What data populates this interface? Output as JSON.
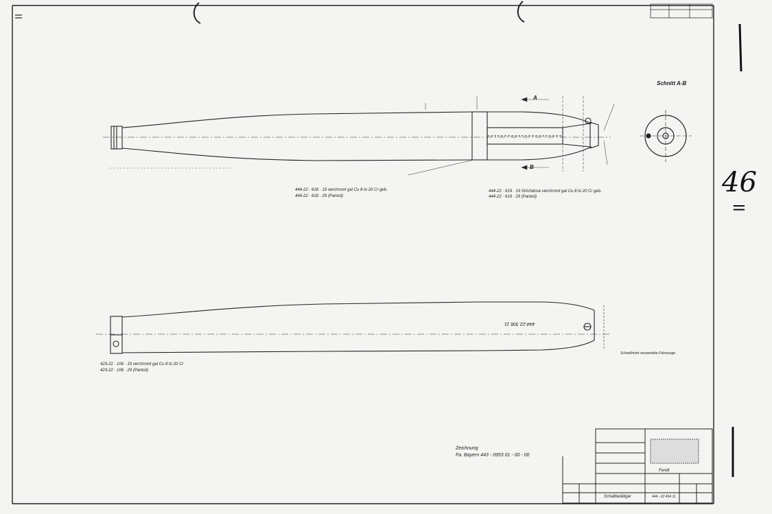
{
  "drawing": {
    "section_label": "Schnitt A-B",
    "cut_label_a": "A",
    "cut_label_b": "B",
    "handwritten_number": "46",
    "handwritten_mark": "=",
    "top_view_callouts": {
      "left_line1": "444-22 · 618 · 19  verchromt  gal Cu 8 to 20 Cr  geb.",
      "left_line2": "444-22 · 618 · 29  (Pantoil)",
      "right_line1": "444-22 · 619 · 19  Strichdose verchromt  gal Cu 8 to 20 Cr geb.",
      "right_line2": "444-22 · 619 · 29  (Pantoil)"
    },
    "bottom_view_callouts": {
      "left_line1": "423-22 · 106 · 19  verchromt  gal Cu 8 to 20 Cr",
      "left_line2": "423-22 · 106 · 29  (Pantoil)",
      "barrel_marking": "444-22 306 11",
      "right_note": "Schnellmont  verwendete Fahrzeuge"
    },
    "drawing_note": {
      "line1": "Zeichnung",
      "line2": "Fa. Bayern   443 - 0953 01 - 00 - 00"
    },
    "title_block": {
      "title": "Schaltbetätiger",
      "number": "444 - 22 404 11",
      "company": "Fendt"
    }
  }
}
